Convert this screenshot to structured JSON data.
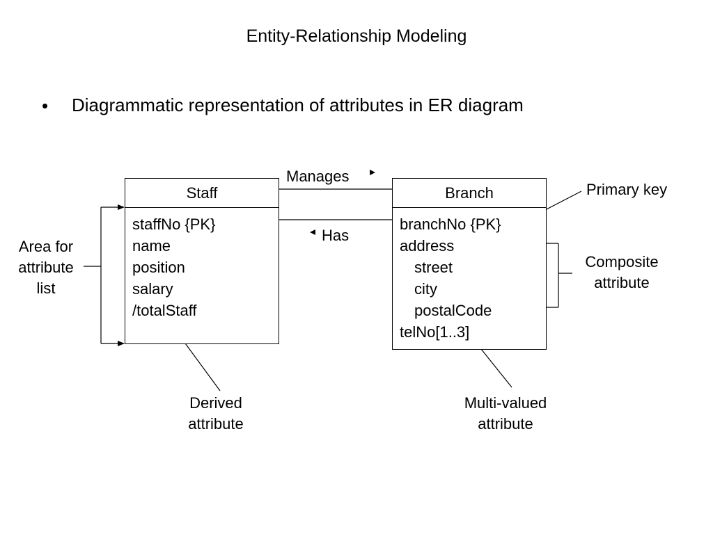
{
  "slide": {
    "title": "Entity-Relationship Modeling",
    "bullet_marker": "•",
    "bullet_text": "Diagrammatic representation of attributes in ER diagram"
  },
  "entities": {
    "staff": {
      "name": "Staff",
      "attributes": [
        "staffNo {PK}",
        "name",
        "position",
        "salary",
        "/totalStaff"
      ]
    },
    "branch": {
      "name": "Branch",
      "attributes": [
        "branchNo {PK}",
        "address",
        "street",
        "city",
        "postalCode",
        "telNo[1..3]"
      ]
    }
  },
  "relationships": {
    "manages": "Manages",
    "has": "Has"
  },
  "annotations": {
    "area_line1": "Area for",
    "area_line2": "attribute",
    "area_line3": "list",
    "primary_key": "Primary key",
    "composite_line1": "Composite",
    "composite_line2": "attribute",
    "derived_line1": "Derived",
    "derived_line2": "attribute",
    "multivalued_line1": "Multi-valued",
    "multivalued_line2": "attribute"
  }
}
